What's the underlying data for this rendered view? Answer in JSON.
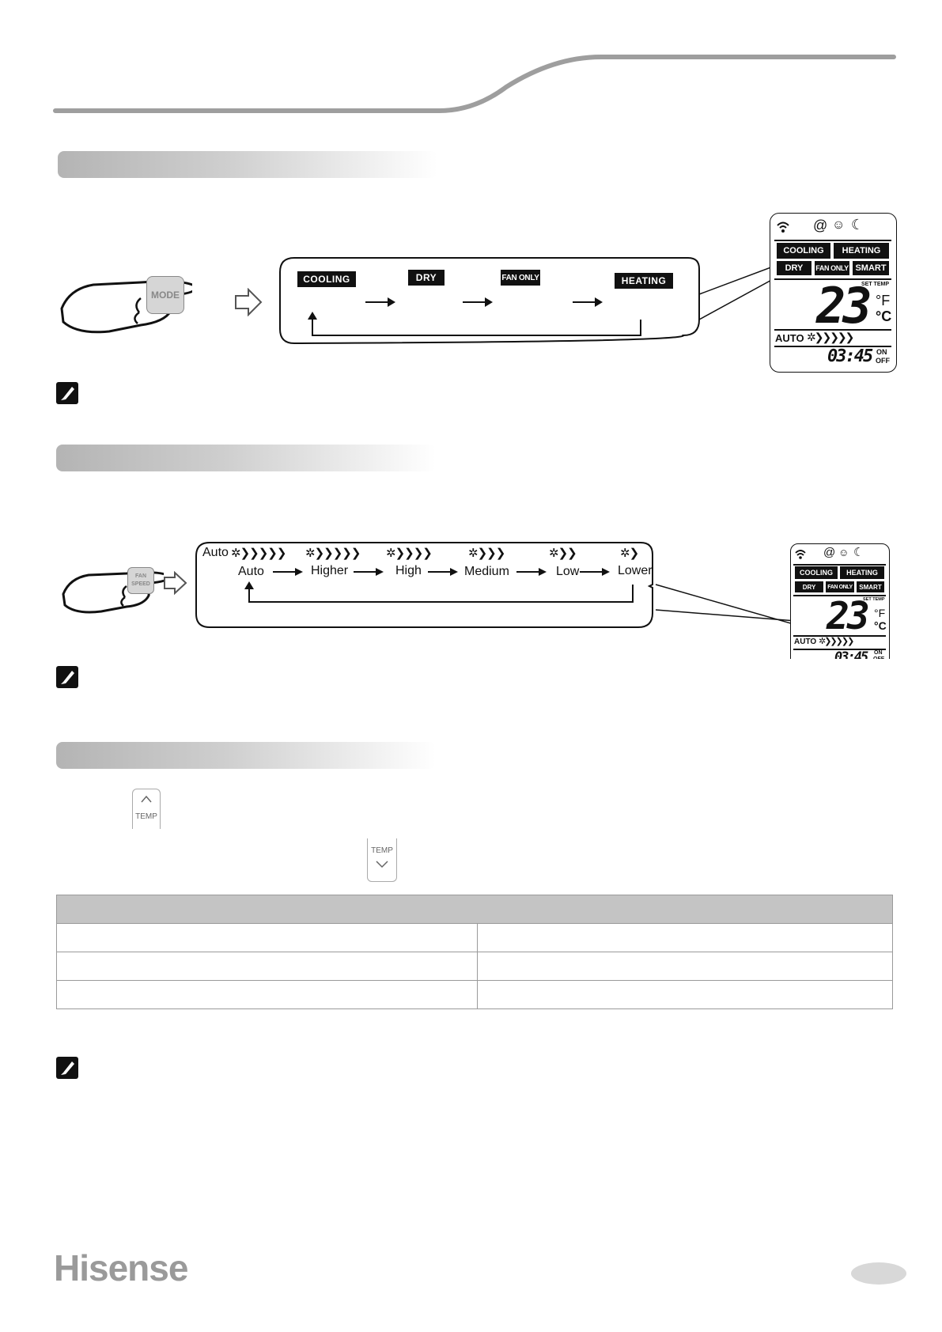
{
  "mode_section": {
    "button_label": "MODE",
    "sequence": [
      "COOLING",
      "DRY",
      "FAN ONLY",
      "HEATING"
    ]
  },
  "fan_section": {
    "button_label_line1": "FAN",
    "button_label_line2": "SPEED",
    "auto_prefix": "Auto",
    "speeds": [
      "Auto",
      "Higher",
      "High",
      "Medium",
      "Low",
      "Lower"
    ]
  },
  "temp_section": {
    "up_button_label": "TEMP",
    "down_button_label": "TEMP"
  },
  "lcd": {
    "modes_row1": [
      "COOLING",
      "HEATING"
    ],
    "modes_row2": [
      "DRY",
      "FAN ONLY",
      "SMART"
    ],
    "set_temp_label": "SET TEMP",
    "temperature": "23",
    "unit_f": "°F",
    "unit_c": "°C",
    "fan_label": "AUTO",
    "time": "03:45",
    "on_label": "ON",
    "off_label": "OFF"
  },
  "footer": {
    "brand": "Hisense"
  }
}
